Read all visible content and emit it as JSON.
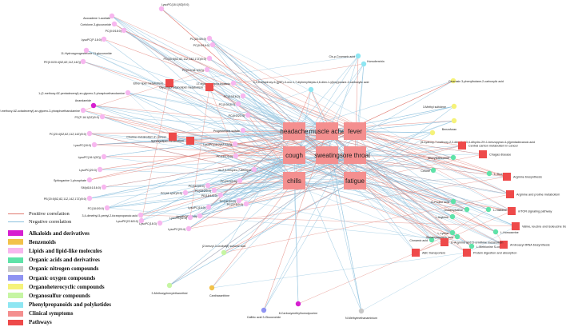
{
  "legend": {
    "positive_label": "Positive correlation",
    "negative_label": "Negative correlation",
    "positive_color": "#e07a70",
    "negative_color": "#8cc0dd",
    "categories": [
      {
        "label": "Alkaloids and derivatives",
        "color": "#d61fd0"
      },
      {
        "label": "Benzenoids",
        "color": "#f2c24a"
      },
      {
        "label": "Lipids and lipid-like molecules",
        "color": "#f7b7ef"
      },
      {
        "label": "Organic acids and derivatives",
        "color": "#5fe2a8"
      },
      {
        "label": "Organic nitrogen compounds",
        "color": "#c9c9c9"
      },
      {
        "label": "Organic oxygen compounds",
        "color": "#8f93f2"
      },
      {
        "label": "Organoheterocyclic compounds",
        "color": "#f5f27a"
      },
      {
        "label": "Organosulfur compounds",
        "color": "#c6f5a3"
      },
      {
        "label": "Phenylpropanoids and polyketides",
        "color": "#8ee6f2"
      },
      {
        "label": "Clinical symptoms",
        "color": "#f48f8f"
      },
      {
        "label": "Pathways",
        "color": "#ee4a4a"
      }
    ]
  },
  "symptoms": [
    {
      "label": "headache"
    },
    {
      "label": "muscle ache"
    },
    {
      "label": "fever"
    },
    {
      "label": "cough"
    },
    {
      "label": "sweating"
    },
    {
      "label": "sore throat"
    },
    {
      "label": "chills"
    },
    {
      "label": "fatigue"
    }
  ],
  "pathways": [
    {
      "label": "Ether lipid metabolism"
    },
    {
      "label": "Glycerophospholipid metabolism"
    },
    {
      "label": "Sphingolipid metabolism"
    },
    {
      "label": "Choline metabolism in cancer"
    },
    {
      "label": "Central carbon metabolism in cancer"
    },
    {
      "label": "Chagas disease"
    },
    {
      "label": "Arginine biosynthesis"
    },
    {
      "label": "Arginine and proline metabolism"
    },
    {
      "label": "mTOR signaling pathway"
    },
    {
      "label": "Valine, leucine and isoleucine biosynthesis"
    },
    {
      "label": "Aminoacyl-tRNA biosynthesis"
    },
    {
      "label": "ABC transporters"
    },
    {
      "label": "Protein digestion and absorption"
    },
    {
      "label": "D-Arginine and D-ornithine metabolism"
    }
  ],
  "metabolites": [
    {
      "label": "LysoPC(18:1(9Z)/0:0)",
      "cat": 2
    },
    {
      "label": "Avocadene 1-acetate",
      "cat": 2
    },
    {
      "label": "Cortolone-3-glucuronide",
      "cat": 2
    },
    {
      "label": "PC(0:0/18:0)",
      "cat": 2
    },
    {
      "label": "LysoPC(P-18:0)",
      "cat": 2
    },
    {
      "label": "11-Hydroxyprogesterone 11-glucuronide",
      "cat": 2
    },
    {
      "label": "PE(0:0/20:4(5Z,8Z,11Z,14Z))",
      "cat": 2
    },
    {
      "label": "1-(2-methoxy-6Z-pentadecenyl)-sn-glycero-3-phosphoethanolamine",
      "cat": 2
    },
    {
      "label": "Anandamide",
      "cat": 0
    },
    {
      "label": "PC(P-16:1(9Z)/0:0)",
      "cat": 2
    },
    {
      "label": "1-(2-methoxy-6Z-octadecenyl)-sn-glycero-3-phosphoethanolamine",
      "cat": 2
    },
    {
      "label": "PC(20:4(5Z,8Z,11Z,14Z)/0:0)",
      "cat": 2
    },
    {
      "label": "LysoPC(18:0)",
      "cat": 2
    },
    {
      "label": "LysoPC(16:1(9Z))",
      "cat": 2
    },
    {
      "label": "LysoPC(20:3)",
      "cat": 2
    },
    {
      "label": "Sphinganine 1-phosphate",
      "cat": 2
    },
    {
      "label": "SM(d18:1/16:0)",
      "cat": 2
    },
    {
      "label": "PE(20:5(5Z,8Z,11Z,14Z,17Z)/0:0)",
      "cat": 2
    },
    {
      "label": "PC(18:0/0:0)",
      "cat": 2
    },
    {
      "label": "3,4-dimethyl-5-pentyl-2-furanpropanoic acid",
      "cat": 2
    },
    {
      "label": "LysoPE(22:6/0:0)",
      "cat": 2
    },
    {
      "label": "LysoPC(18:3)",
      "cat": 2
    },
    {
      "label": "LysoPC(20:4)",
      "cat": 2
    },
    {
      "label": "LysoPC(16:0)",
      "cat": 2
    },
    {
      "label": "LysoPC(P-16:0)",
      "cat": 2
    },
    {
      "label": "LysoPC(22:6)",
      "cat": 2
    },
    {
      "label": "PC(18:1(9Z)/0:0)",
      "cat": 2
    },
    {
      "label": "PC(20:4/0:0)",
      "cat": 2
    },
    {
      "label": "PC(0:0/16:0)",
      "cat": 2
    },
    {
      "label": "PC(20:5(5Z,8Z,11Z,14Z,17Z)/0:0)",
      "cat": 2
    },
    {
      "label": "PC(0:0/18:1(9Z))",
      "cat": 2
    },
    {
      "label": "17-Hydroxy-alpha-linolenic",
      "cat": 2
    },
    {
      "label": "PC(0:0/18:2)",
      "cat": 2
    },
    {
      "label": "PC(0:0/18:1)",
      "cat": 2
    },
    {
      "label": "PC(0:0/20:4)",
      "cat": 2
    },
    {
      "label": "Progesterone sulfate",
      "cat": 2
    },
    {
      "label": "LysoPC(18:2(9Z,12Z))",
      "cat": 2
    },
    {
      "label": "PC(18:1/0:0)",
      "cat": 2
    },
    {
      "label": "cis-2,3-Dihydro-7-deoxy-b",
      "cat": 2
    },
    {
      "label": "PC(20:3/0:0)",
      "cat": 2
    },
    {
      "label": "PC(18:3/0:0)",
      "cat": 2
    },
    {
      "label": "PC(22:6/0:0)",
      "cat": 2
    },
    {
      "label": "PC(18:2/0:0)",
      "cat": 2
    },
    {
      "label": "PE(18:1/0:0)",
      "cat": 2
    },
    {
      "label": "PC(16:0/0:0)",
      "cat": 2
    },
    {
      "label": "Cis-p-Coumaric acid",
      "cat": 8
    },
    {
      "label": "Homoferreirin",
      "cat": 8
    },
    {
      "label": "3,4,5-trihydroxy-6-{[(5E)-3-oxo-1,7-diphenylhepta-4,6-dien-1-yl]oxy}oxane-2-carboxylic acid",
      "cat": 8
    },
    {
      "label": "Cinerasin 3-phenylbutane-2-carboxylic acid",
      "cat": 6
    },
    {
      "label": "Benzofuran",
      "cat": 6
    },
    {
      "label": "3-Methyl sulfolene",
      "cat": 6
    },
    {
      "label": "(6-hydroxy-7-methoxy-2,2-dimethyl-3,4-dihydro-2H-1-benzopyran-4-yl)pentadecanoic acid",
      "cat": 6
    },
    {
      "label": "Allocystathionine",
      "cat": 3
    },
    {
      "label": "Cetone",
      "cat": 3
    },
    {
      "label": "L-Threonine",
      "cat": 3
    },
    {
      "label": "D-Proline acid",
      "cat": 3
    },
    {
      "label": "Glutamylvaline",
      "cat": 3
    },
    {
      "label": "L-Arginine",
      "cat": 3
    },
    {
      "label": "L-Histidine",
      "cat": 3
    },
    {
      "label": "L-Lysine",
      "cat": 3
    },
    {
      "label": "L-Methionine S-oxide",
      "cat": 3
    },
    {
      "label": "L-Homoserine",
      "cat": 3
    },
    {
      "label": "Cinnamic acid",
      "cat": 3
    },
    {
      "label": "Glutamylaspartic acid",
      "cat": 3
    },
    {
      "label": "(2-benzyl-3-oxobutyl) sulfonic acid",
      "cat": 7
    },
    {
      "label": "3-Methoxyphenylethanethiol",
      "cat": 7
    },
    {
      "label": "Canthaxanthine",
      "cat": 1
    },
    {
      "label": "Caffeic acid 3-Glucuronide",
      "cat": 5
    },
    {
      "label": "N-Methylmethanaminium",
      "cat": 4
    },
    {
      "label": "8-Carboxymethylhomolycorine",
      "cat": 0
    }
  ]
}
